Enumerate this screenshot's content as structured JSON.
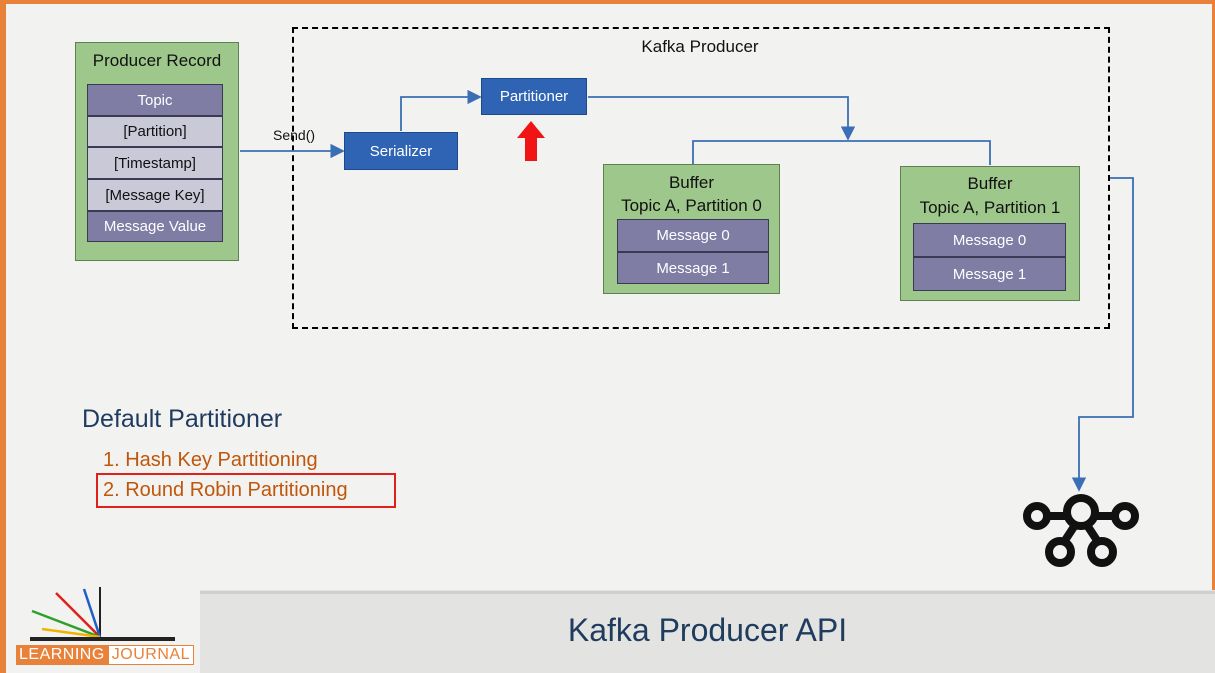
{
  "producer_record": {
    "title": "Producer Record",
    "fields": [
      "Topic",
      "[Partition]",
      "[Timestamp]",
      "[Message Key]",
      "Message Value"
    ]
  },
  "send_label": "Send()",
  "kafka_producer": {
    "title": "Kafka Producer",
    "serializer": "Serializer",
    "partitioner": "Partitioner",
    "buffers": [
      {
        "title": "Buffer",
        "subtitle": "Topic A, Partition 0",
        "messages": [
          "Message 0",
          "Message 1"
        ]
      },
      {
        "title": "Buffer",
        "subtitle": "Topic A, Partition 1",
        "messages": [
          "Message 0",
          "Message 1"
        ]
      }
    ]
  },
  "default_partitioner": {
    "title": "Default Partitioner",
    "items": [
      "1. Hash Key Partitioning",
      "2. Round Robin Partitioning"
    ],
    "highlighted_index": 1
  },
  "footer": {
    "title": "Kafka Producer API",
    "logo_word_1": "LEARNING",
    "logo_word_2": "JOURNAL"
  },
  "colors": {
    "accent_orange": "#e8813a",
    "box_green": "#9ec78b",
    "box_blue": "#2f64b5",
    "field_purple": "#807da5",
    "highlight_red": "#e0201a",
    "title_navy": "#1f3b5e"
  },
  "icons": [
    "up-arrow-icon",
    "kafka-logo-icon",
    "learning-journal-logo-icon"
  ]
}
